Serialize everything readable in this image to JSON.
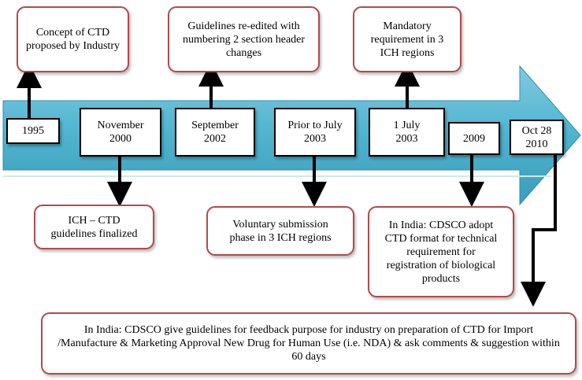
{
  "colors": {
    "arrow_body": "#4fb3cf",
    "arrow_shade": "#2f8fab",
    "callout_border": "#b24a4a",
    "connector": "#000000"
  },
  "dates": [
    {
      "label": "1995"
    },
    {
      "label": "November\n2000"
    },
    {
      "label": "September\n2002"
    },
    {
      "label": "Prior to July\n2003"
    },
    {
      "label": "1 July\n2003"
    },
    {
      "label": "2009"
    },
    {
      "label": "Oct 28\n2010"
    }
  ],
  "events_above": [
    {
      "text": "Concept of CTD proposed by Industry"
    },
    {
      "text": "Guidelines re-edited with numbering 2 section header changes"
    },
    {
      "text": "Mandatory requirement in 3 ICH regions"
    }
  ],
  "events_below": [
    {
      "text": "ICH – CTD guidelines finalized"
    },
    {
      "text": "Voluntary submission phase in 3 ICH regions"
    },
    {
      "text": "In India: CDSCO adopt CTD format for technical requirement for registration of biological products"
    },
    {
      "text": "In India: CDSCO give guidelines for feedback purpose for industry on preparation of CTD for Import /Manufacture & Marketing Approval New Drug for Human Use (i.e. NDA) & ask comments & suggestion within 60 days"
    }
  ]
}
